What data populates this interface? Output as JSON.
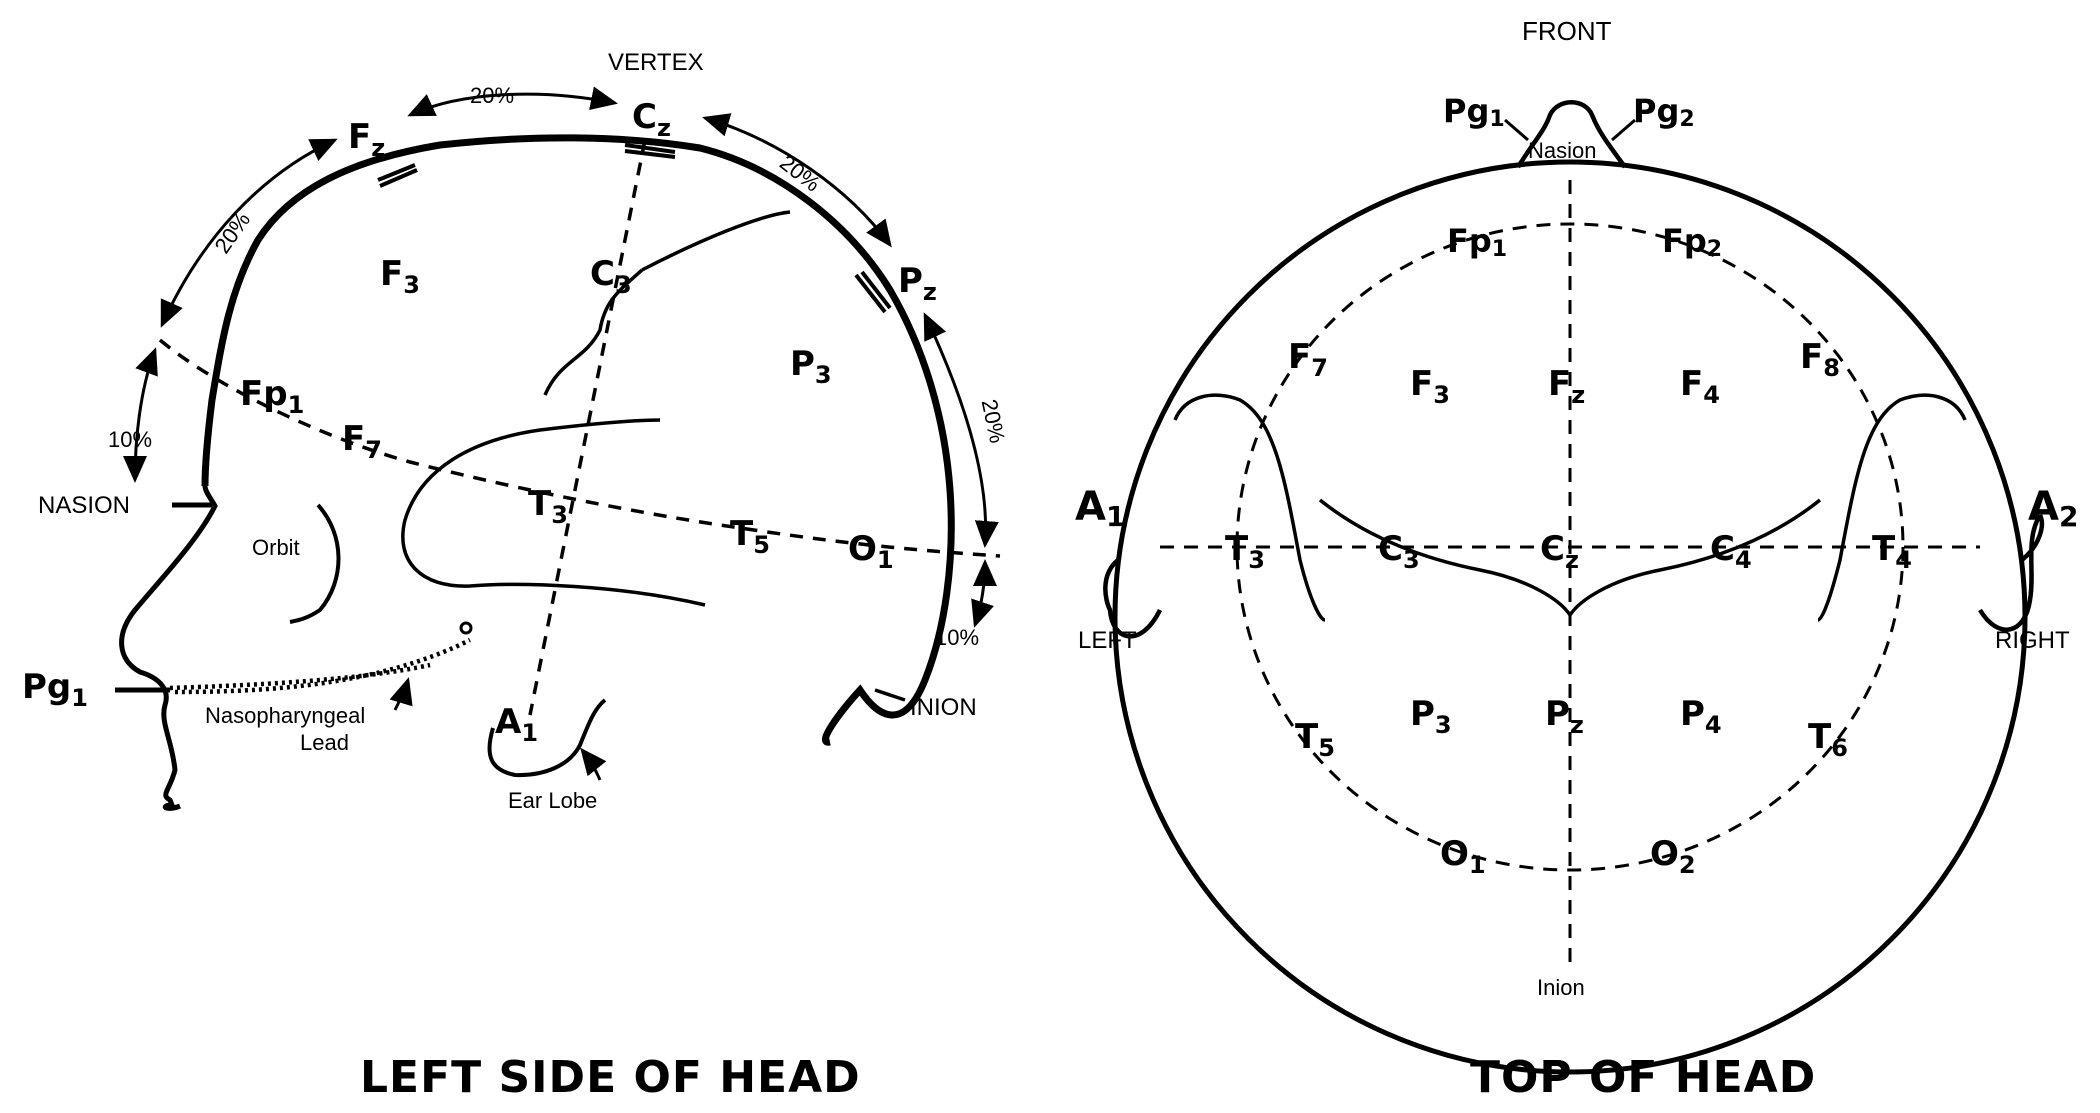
{
  "left_panel": {
    "title": "LEFT SIDE OF HEAD",
    "vertex": "VERTEX",
    "nasion": "NASION",
    "inion": "INION",
    "orbit": "Orbit",
    "ear_lobe": "Ear Lobe",
    "nasopharyngeal_1": "Nasopharyngeal",
    "nasopharyngeal_2": "Lead",
    "pct_fz_cz": "20%",
    "pct_fp_fz": "20%",
    "pct_cz_pz": "20%",
    "pct_pz_o": "20%",
    "pct_nasion": "10%",
    "pct_inion": "10%",
    "electrodes": {
      "Fz": {
        "main": "F",
        "sub": "z"
      },
      "Cz": {
        "main": "C",
        "sub": "z"
      },
      "Pz": {
        "main": "P",
        "sub": "z"
      },
      "F3": {
        "main": "F",
        "sub": "3"
      },
      "C3": {
        "main": "C",
        "sub": "3"
      },
      "P3": {
        "main": "P",
        "sub": "3"
      },
      "Fp1": {
        "main": "Fp",
        "sub": "1"
      },
      "F7": {
        "main": "F",
        "sub": "7"
      },
      "T3": {
        "main": "T",
        "sub": "3"
      },
      "T5": {
        "main": "T",
        "sub": "5"
      },
      "O1": {
        "main": "O",
        "sub": "1"
      },
      "A1": {
        "main": "A",
        "sub": "1"
      },
      "Pg1": {
        "main": "Pg",
        "sub": "1"
      }
    }
  },
  "right_panel": {
    "title": "TOP OF HEAD",
    "front": "FRONT",
    "nasion": "Nasion",
    "inion": "Inion",
    "left": "LEFT",
    "right": "RIGHT",
    "electrodes": {
      "Pg1": {
        "main": "Pg",
        "sub": "1"
      },
      "Pg2": {
        "main": "Pg",
        "sub": "2"
      },
      "Fp1": {
        "main": "Fp",
        "sub": "1"
      },
      "Fp2": {
        "main": "Fp",
        "sub": "2"
      },
      "F7": {
        "main": "F",
        "sub": "7"
      },
      "F8": {
        "main": "F",
        "sub": "8"
      },
      "F3": {
        "main": "F",
        "sub": "3"
      },
      "Fz": {
        "main": "F",
        "sub": "z"
      },
      "F4": {
        "main": "F",
        "sub": "4"
      },
      "A1": {
        "main": "A",
        "sub": "1"
      },
      "A2": {
        "main": "A",
        "sub": "2"
      },
      "T3": {
        "main": "T",
        "sub": "3"
      },
      "C3": {
        "main": "C",
        "sub": "3"
      },
      "Cz": {
        "main": "C",
        "sub": "z"
      },
      "C4": {
        "main": "C",
        "sub": "4"
      },
      "T4": {
        "main": "T",
        "sub": "4"
      },
      "T5": {
        "main": "T",
        "sub": "5"
      },
      "P3": {
        "main": "P",
        "sub": "3"
      },
      "Pz": {
        "main": "P",
        "sub": "z"
      },
      "P4": {
        "main": "P",
        "sub": "4"
      },
      "T6": {
        "main": "T",
        "sub": "6"
      },
      "O1": {
        "main": "O",
        "sub": "1"
      },
      "O2": {
        "main": "O",
        "sub": "2"
      }
    }
  },
  "colors": {
    "ink": "#000000",
    "background": "#ffffff"
  }
}
